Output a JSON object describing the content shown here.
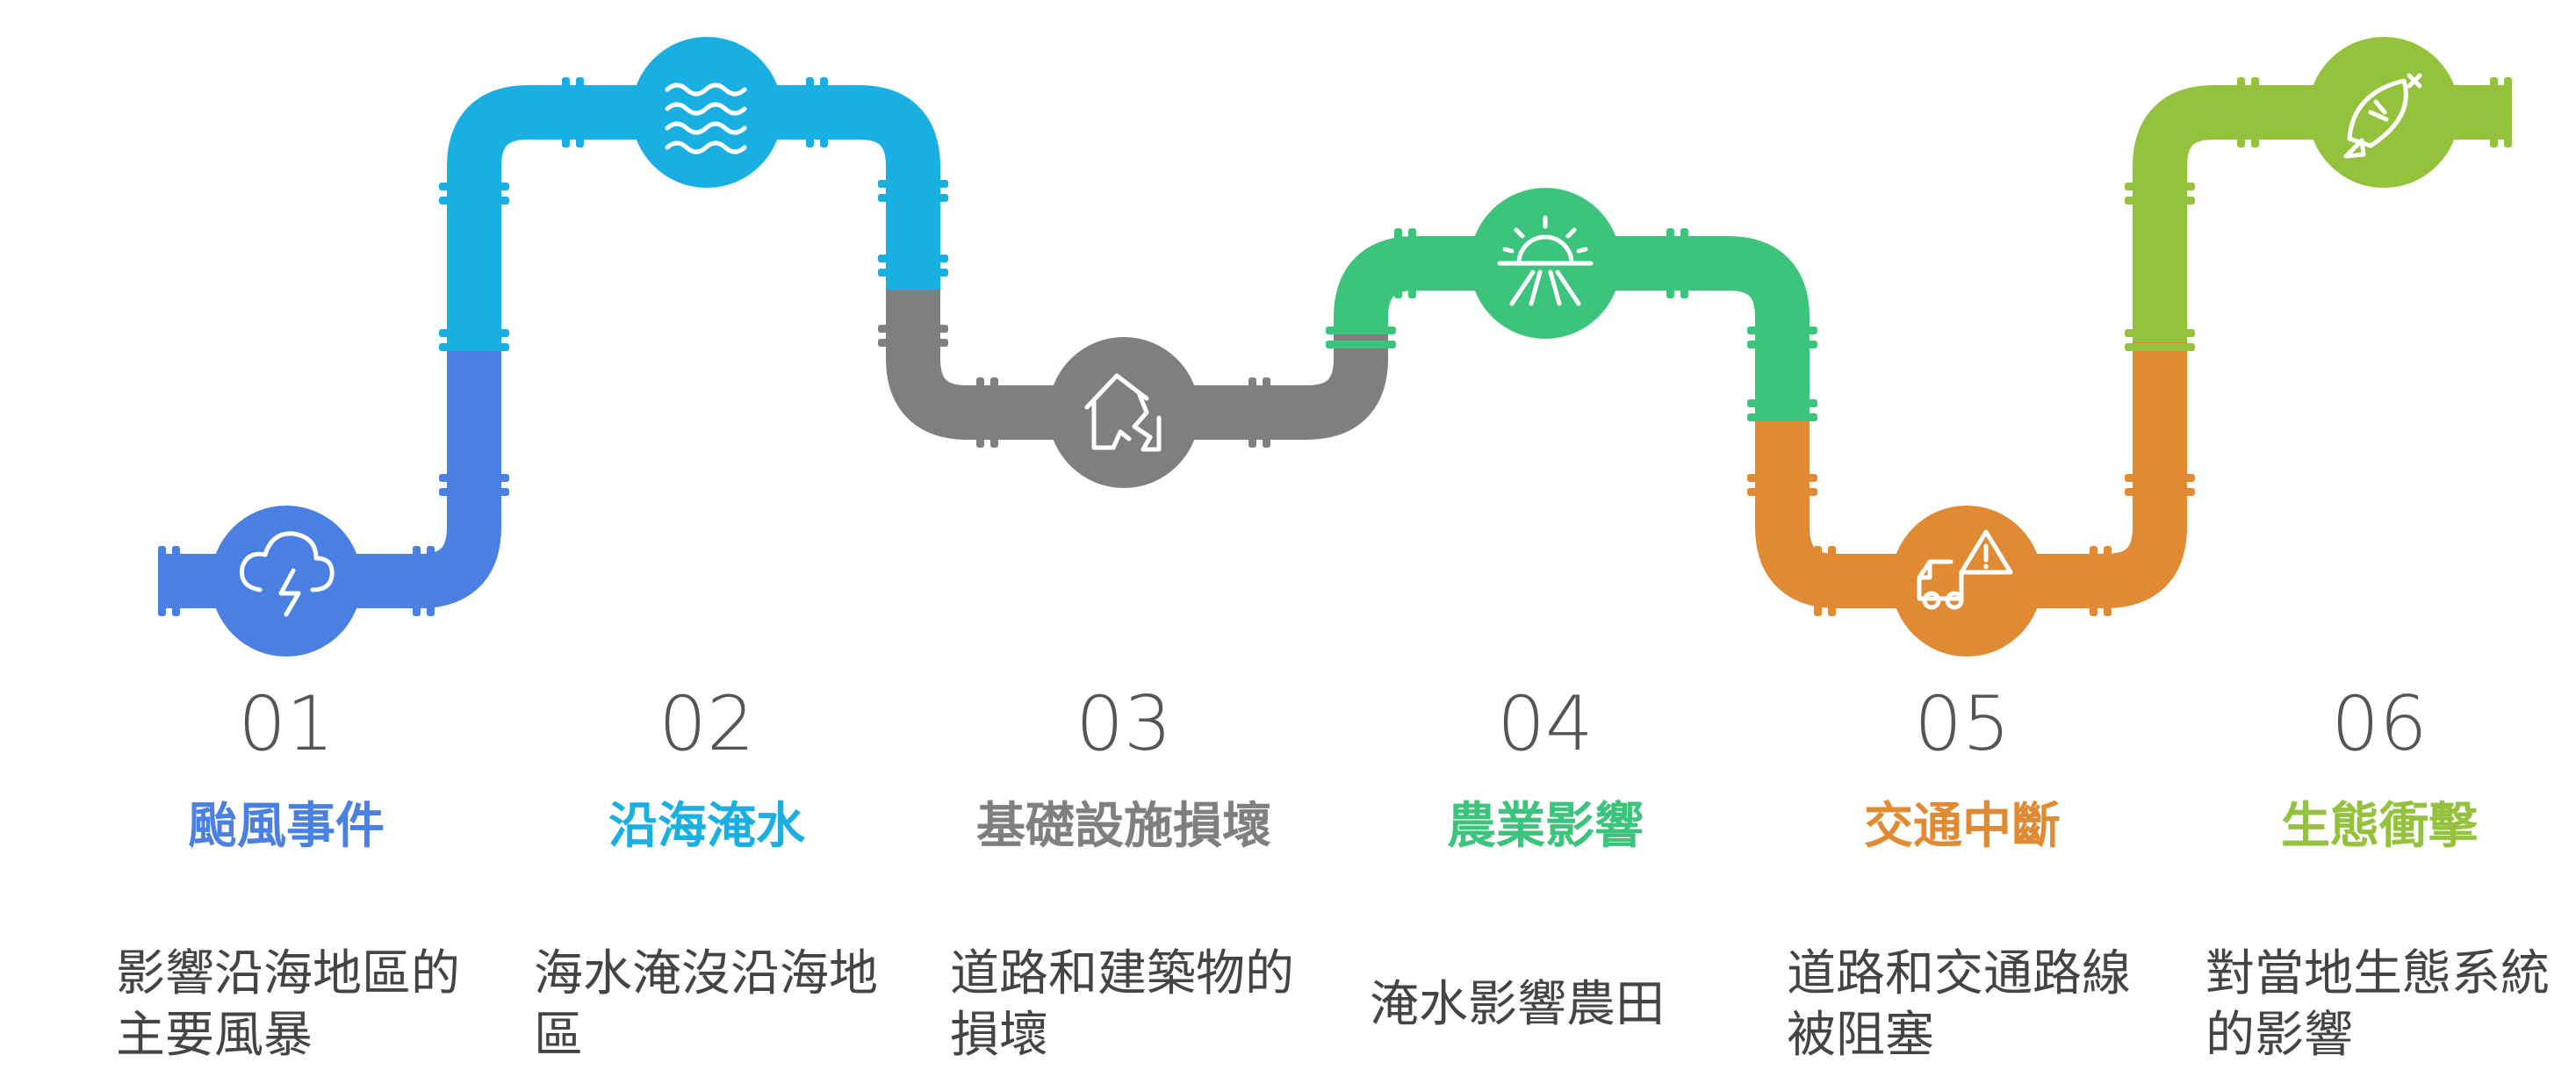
{
  "steps": [
    {
      "num": "01",
      "title": "颱風事件",
      "desc": "影響沿海地區的主要風暴",
      "color": "#4A7FE3",
      "icon": "storm-cloud-icon"
    },
    {
      "num": "02",
      "title": "沿海淹水",
      "desc": "海水淹沒沿海地區",
      "color": "#1AAFE3",
      "icon": "waves-icon"
    },
    {
      "num": "03",
      "title": "基礎設施損壞",
      "desc": "道路和建築物的損壞",
      "color": "#7F7F7F",
      "icon": "cracked-house-icon"
    },
    {
      "num": "04",
      "title": "農業影響",
      "desc": "淹水影響農田",
      "color": "#3CC47C",
      "icon": "sunrise-field-icon"
    },
    {
      "num": "05",
      "title": "交通中斷",
      "desc": "道路和交通路線被阻塞",
      "color": "#E08A34",
      "icon": "truck-warning-icon"
    },
    {
      "num": "06",
      "title": "生態衝擊",
      "desc": "對當地生態系統的影響",
      "color": "#94C23C",
      "icon": "dead-fish-icon"
    }
  ]
}
